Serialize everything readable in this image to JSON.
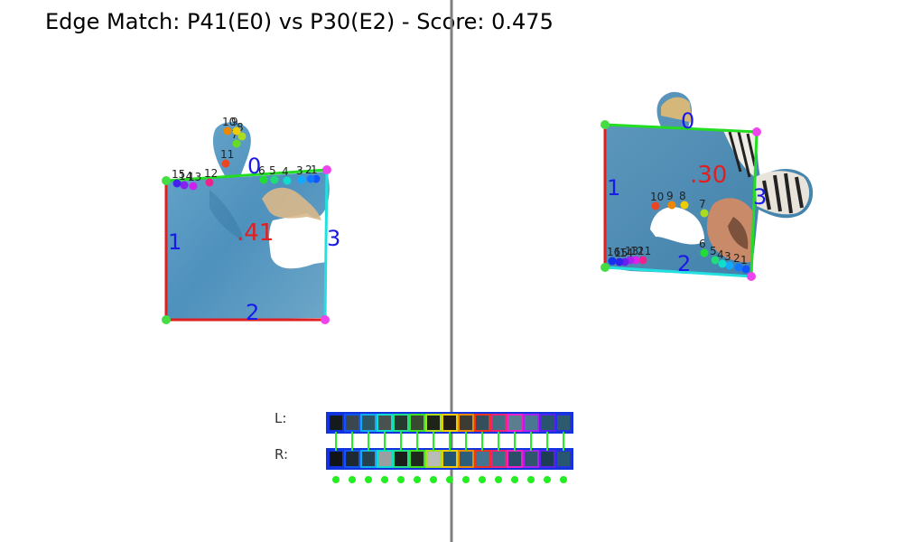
{
  "title": "Edge Match: P41(E0) vs P30(E2) - Score: 0.475",
  "left_piece": {
    "label": ".41",
    "edges": [
      {
        "label": "0",
        "color": "#22dd22"
      },
      {
        "label": "1",
        "color": "#e02020"
      },
      {
        "label": "2",
        "color": "#e02020"
      },
      {
        "label": "3",
        "color": "#22e0e0"
      }
    ],
    "corner_colors": [
      "#44dd44",
      "#ee44ee"
    ],
    "sample_points": [
      {
        "label": "1",
        "color": "#1155ff"
      },
      {
        "label": "2",
        "color": "#1177ff"
      },
      {
        "label": "3",
        "color": "#11aaff"
      },
      {
        "label": "4",
        "color": "#11ddcc"
      },
      {
        "label": "5",
        "color": "#22dd77"
      },
      {
        "label": "6",
        "color": "#22dd33"
      },
      {
        "label": "7",
        "color": "#66dd22"
      },
      {
        "label": "8",
        "color": "#aadd22"
      },
      {
        "label": "9",
        "color": "#eecc00"
      },
      {
        "label": "10",
        "color": "#ee8800"
      },
      {
        "label": "11",
        "color": "#ee4422"
      },
      {
        "label": "12",
        "color": "#ee2288"
      },
      {
        "label": "13",
        "color": "#cc22ee"
      },
      {
        "label": "14",
        "color": "#8822ee"
      },
      {
        "label": "15",
        "color": "#4422ee"
      }
    ]
  },
  "right_piece": {
    "label": ".30",
    "edges": [
      {
        "label": "0",
        "color": "#22dd22"
      },
      {
        "label": "1",
        "color": "#e02020"
      },
      {
        "label": "2",
        "color": "#22e0e0"
      },
      {
        "label": "3",
        "color": "#22dd22"
      }
    ],
    "corner_colors": [
      "#44dd44",
      "#ee44ee"
    ],
    "sample_points": [
      {
        "label": "1",
        "color": "#1155ff"
      },
      {
        "label": "2",
        "color": "#1177ff"
      },
      {
        "label": "3",
        "color": "#11aaff"
      },
      {
        "label": "4",
        "color": "#11ddcc"
      },
      {
        "label": "5",
        "color": "#22dd77"
      },
      {
        "label": "6",
        "color": "#22dd33"
      },
      {
        "label": "7",
        "color": "#aadd22"
      },
      {
        "label": "8",
        "color": "#eecc00"
      },
      {
        "label": "9",
        "color": "#ee8800"
      },
      {
        "label": "10",
        "color": "#ee4422"
      },
      {
        "label": "11",
        "color": "#ee2288"
      },
      {
        "label": "12",
        "color": "#dd22ee"
      },
      {
        "label": "13",
        "color": "#aa22ee"
      },
      {
        "label": "14",
        "color": "#6622ee"
      },
      {
        "label": "15",
        "color": "#3322ee"
      },
      {
        "label": "16",
        "color": "#1133ee"
      }
    ]
  },
  "strips": {
    "left_label": "L:",
    "right_label": "R:",
    "match_dot_color": "#22ee22",
    "left_cells": [
      {
        "fill": "#151a1c",
        "border": "#1133dd"
      },
      {
        "fill": "#3a4650",
        "border": "#1155ee"
      },
      {
        "fill": "#2e5766",
        "border": "#11aaee"
      },
      {
        "fill": "#4a524f",
        "border": "#11ddcc"
      },
      {
        "fill": "#263a30",
        "border": "#22dd88"
      },
      {
        "fill": "#394a33",
        "border": "#44dd22"
      },
      {
        "fill": "#1e2418",
        "border": "#aadd22"
      },
      {
        "fill": "#221e16",
        "border": "#eecc00"
      },
      {
        "fill": "#3c3c34",
        "border": "#ee8800"
      },
      {
        "fill": "#344e5c",
        "border": "#ee3322"
      },
      {
        "fill": "#466c82",
        "border": "#ee2277"
      },
      {
        "fill": "#5a7e8e",
        "border": "#ee22cc"
      },
      {
        "fill": "#4a7892",
        "border": "#aa22ee"
      },
      {
        "fill": "#28556d",
        "border": "#5522ee"
      },
      {
        "fill": "#2e5a6e",
        "border": "#2233dd"
      }
    ],
    "right_cells": [
      {
        "fill": "#111417",
        "border": "#1133dd"
      },
      {
        "fill": "#1e2a33",
        "border": "#1155ee"
      },
      {
        "fill": "#27404e",
        "border": "#11aaee"
      },
      {
        "fill": "#9aa0a2",
        "border": "#11ddcc"
      },
      {
        "fill": "#1a1d1a",
        "border": "#22dd88"
      },
      {
        "fill": "#1f2a1f",
        "border": "#44dd22"
      },
      {
        "fill": "#b9bcb6",
        "border": "#aadd22"
      },
      {
        "fill": "#25556e",
        "border": "#eecc00"
      },
      {
        "fill": "#2d5e79",
        "border": "#ee8800"
      },
      {
        "fill": "#437593",
        "border": "#ee3322"
      },
      {
        "fill": "#3f6f88",
        "border": "#ee2277"
      },
      {
        "fill": "#2a4e68",
        "border": "#ee22cc"
      },
      {
        "fill": "#30566e",
        "border": "#aa22ee"
      },
      {
        "fill": "#1d3d52",
        "border": "#5522ee"
      },
      {
        "fill": "#295670",
        "border": "#2233dd"
      }
    ]
  },
  "divider_color": "#808080"
}
